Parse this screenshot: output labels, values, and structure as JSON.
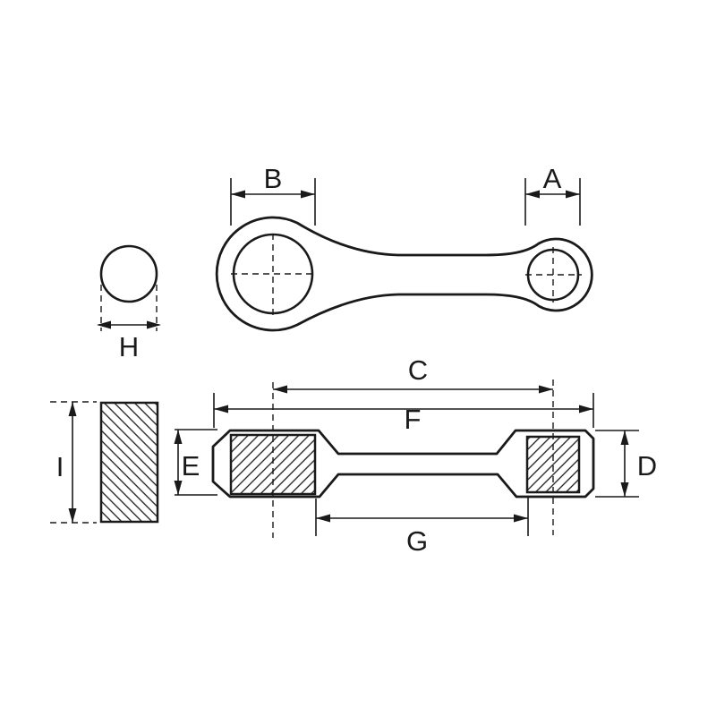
{
  "labels": {
    "a": "A",
    "b": "B",
    "c": "C",
    "d": "D",
    "e": "E",
    "f": "F",
    "g": "G",
    "h": "H",
    "i": "I"
  },
  "colors": {
    "line": "#1a1a1a",
    "background": "#ffffff"
  }
}
